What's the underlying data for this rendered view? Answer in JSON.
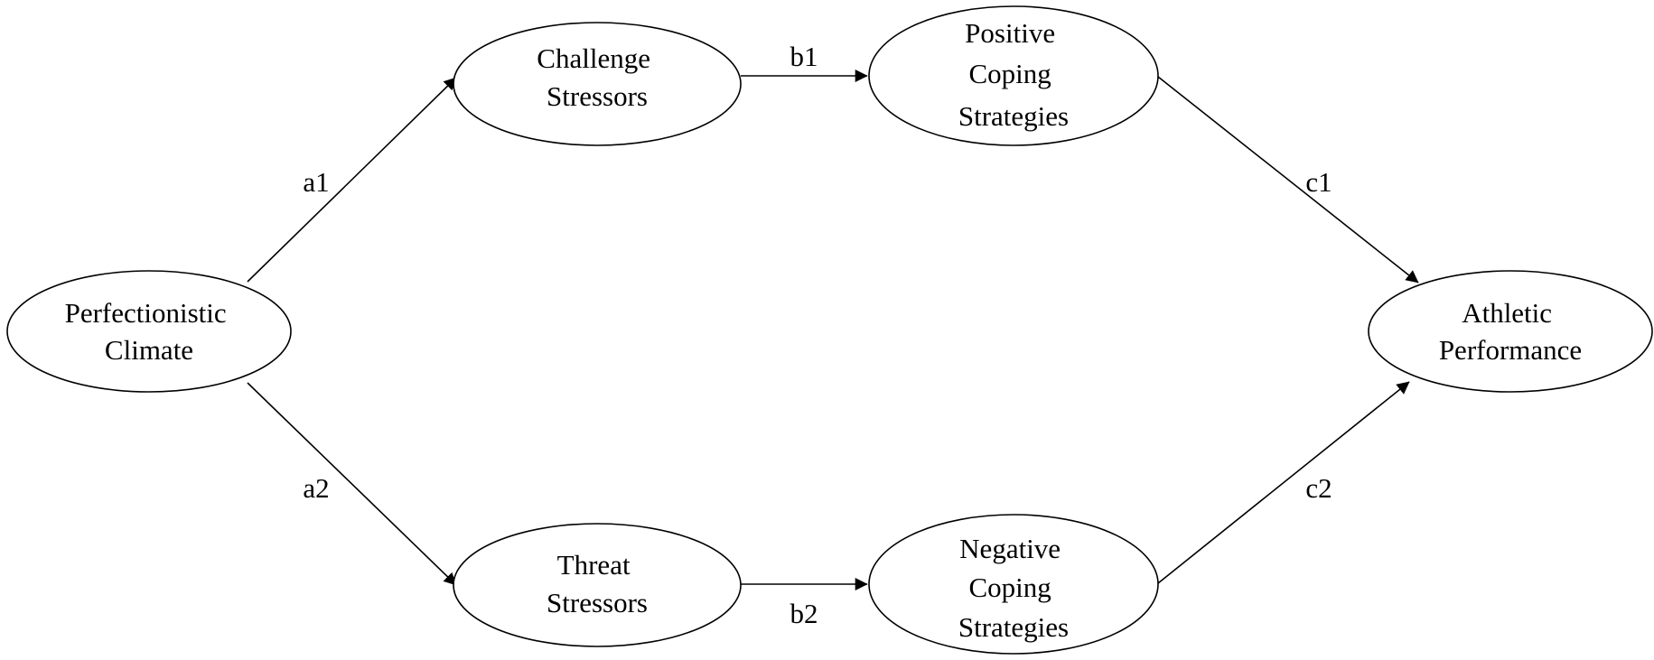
{
  "nodes": [
    {
      "id": "perfectionistic-climate",
      "lines": [
        "Perfectionistic",
        "Climate"
      ]
    },
    {
      "id": "challenge-stressors",
      "lines": [
        "Challenge",
        "Stressors"
      ]
    },
    {
      "id": "threat-stressors",
      "lines": [
        "Threat",
        "Stressors"
      ]
    },
    {
      "id": "positive-coping",
      "lines": [
        "Positive",
        "Coping",
        "Strategies"
      ]
    },
    {
      "id": "negative-coping",
      "lines": [
        "Negative",
        "Coping",
        "Strategies"
      ]
    },
    {
      "id": "athletic-performance",
      "lines": [
        "Athletic",
        "Performance"
      ]
    }
  ],
  "edges": [
    {
      "from": "perfectionistic-climate",
      "to": "challenge-stressors",
      "label": "a1"
    },
    {
      "from": "perfectionistic-climate",
      "to": "threat-stressors",
      "label": "a2"
    },
    {
      "from": "challenge-stressors",
      "to": "positive-coping",
      "label": "b1"
    },
    {
      "from": "threat-stressors",
      "to": "negative-coping",
      "label": "b2"
    },
    {
      "from": "positive-coping",
      "to": "athletic-performance",
      "label": "c1"
    },
    {
      "from": "negative-coping",
      "to": "athletic-performance",
      "label": "c2"
    }
  ]
}
